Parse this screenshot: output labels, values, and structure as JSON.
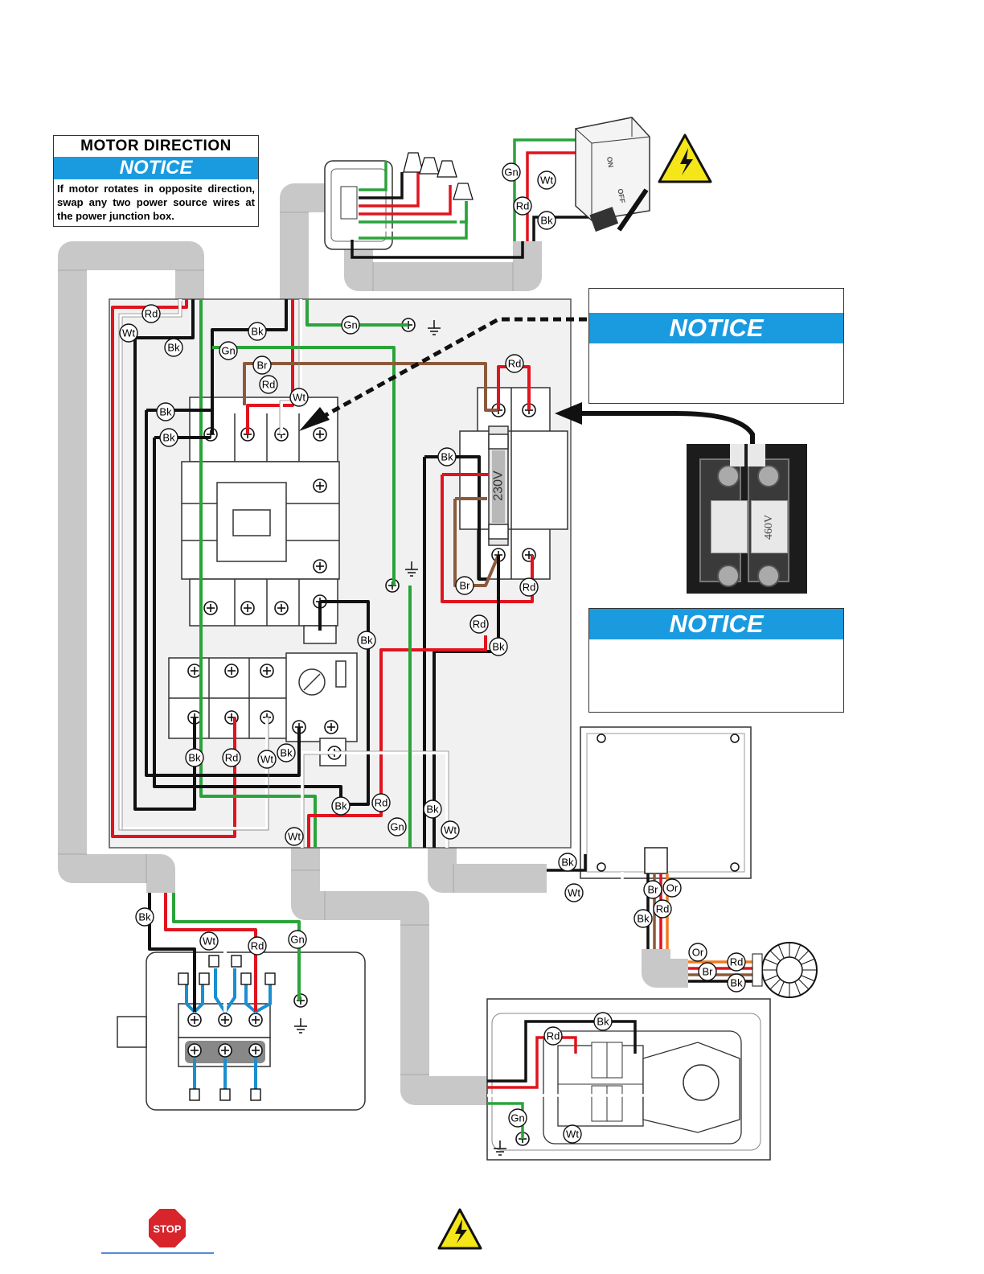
{
  "motor_direction": {
    "title": "MOTOR DIRECTION",
    "notice": "NOTICE",
    "text": "If motor rotates in opposite direction, swap any two power source wires at the power junction box."
  },
  "notice_top": {
    "title": "NOTICE"
  },
  "notice_bottom": {
    "title": "NOTICE"
  },
  "fuse_labels": {
    "main": "230V",
    "photo": "460V"
  },
  "switch_labels": {
    "on": "ON",
    "off": "OFF"
  },
  "wire_labels": {
    "rd": "Rd",
    "wt": "Wt",
    "bk": "Bk",
    "gn": "Gn",
    "br": "Br",
    "or": "Or"
  },
  "colors": {
    "red": "#e0141e",
    "black": "#111111",
    "white": "#ffffff",
    "green": "#2aa43a",
    "brown": "#8b5a3c",
    "orange": "#f07a20",
    "blue": "#1a9be0",
    "conduit": "#c7c7c7",
    "panel": "#f2f2f2",
    "warning": "#f5e61a",
    "stop": "#d8242b"
  },
  "icons": [
    "electrical-warning-icon",
    "stop-sign-icon",
    "ground-symbol-icon",
    "screw-terminal-icon"
  ]
}
